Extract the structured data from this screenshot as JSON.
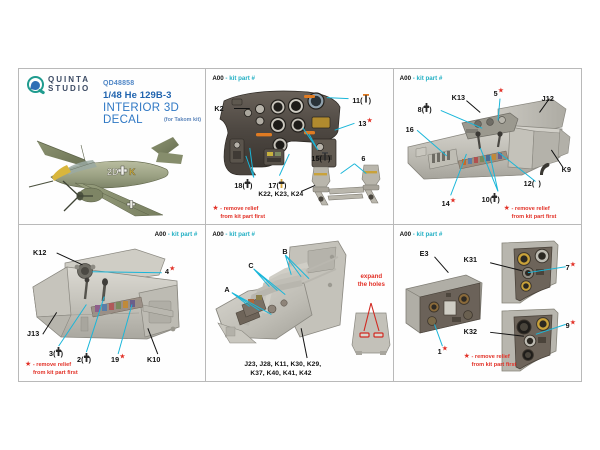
{
  "header": {
    "brand_line1": "QUINTA",
    "brand_line2": "STUDIO",
    "product_code": "QD48858",
    "scale_kit": "1/48 He 129B-3",
    "title": "INTERIOR 3D DECAL",
    "subtitle": "(for Takom kit)",
    "logo_icon": "quinta-q-logo"
  },
  "common": {
    "kit_part_prefix": "A00",
    "kit_part_suffix": "- kit part #",
    "relief_note_line1": "- remove relief",
    "relief_note_line2": "from kit part first",
    "star": "★"
  },
  "panels": [
    {
      "id": "panel-instrument-panel",
      "kit_header": "A00 - kit part #",
      "labels": [
        "K2",
        "11",
        "13",
        "15",
        "6",
        "18",
        "17",
        "K22, K23, K24"
      ],
      "callouts": [
        {
          "num": "11",
          "icon": "decal-t-icon"
        },
        {
          "num": "13",
          "icon": "red-star"
        },
        {
          "num": "15",
          "icon": "decal-t-icon"
        },
        {
          "num": "6",
          "icon": "none"
        },
        {
          "num": "18",
          "icon": "decal-pin-icon"
        },
        {
          "num": "17",
          "icon": "decal-pin-icon"
        }
      ],
      "part_list": "K22, K23, K24",
      "note": "- remove relief from kit part first"
    },
    {
      "id": "panel-fuselage-right",
      "kit_header": "A00 - kit part #",
      "labels": [
        "K13",
        "5",
        "J12",
        "8",
        "16",
        "K9",
        "12",
        "10",
        "14"
      ],
      "callouts": [
        {
          "num": "5",
          "icon": "red-star"
        },
        {
          "num": "8",
          "icon": "decal-pin-icon"
        },
        {
          "num": "12",
          "icon": "decal-curve-icon"
        },
        {
          "num": "10",
          "icon": "decal-pin-icon"
        },
        {
          "num": "14",
          "icon": "red-star"
        }
      ],
      "note": "- remove relief from kit part first"
    },
    {
      "id": "panel-fuselage-left",
      "kit_header": "A00 - kit part #",
      "labels": [
        "K12",
        "4",
        "J13",
        "3",
        "2",
        "19",
        "K10"
      ],
      "callouts": [
        {
          "num": "4",
          "icon": "red-star"
        },
        {
          "num": "3",
          "icon": "decal-pin-icon"
        },
        {
          "num": "2",
          "icon": "decal-pin-icon"
        },
        {
          "num": "19",
          "icon": "red-star"
        }
      ],
      "note": "- remove relief from kit part first"
    },
    {
      "id": "panel-ammo-bay",
      "kit_header": "A00 - kit part #",
      "labels": [
        "A",
        "B",
        "C"
      ],
      "part_list_line1": "J23, J28, K11, K30, K29,",
      "part_list_line2": "K37, K40, K41, K42",
      "expand_line1": "expand",
      "expand_line2": "the holes"
    },
    {
      "id": "panel-instrument-boxes",
      "kit_header": "A00 - kit part #",
      "labels": [
        "E3",
        "K31",
        "K32",
        "7",
        "9",
        "1"
      ],
      "callouts": [
        {
          "num": "7",
          "icon": "red-star"
        },
        {
          "num": "9",
          "icon": "red-star"
        },
        {
          "num": "1",
          "icon": "red-star"
        }
      ],
      "note": "- remove relief from kit part first"
    }
  ],
  "colors": {
    "leader": "#19b6d9",
    "red": "#e23127",
    "teal": "#23b0c4",
    "title_blue": "#2f78c4",
    "border": "#b9b9b9"
  }
}
